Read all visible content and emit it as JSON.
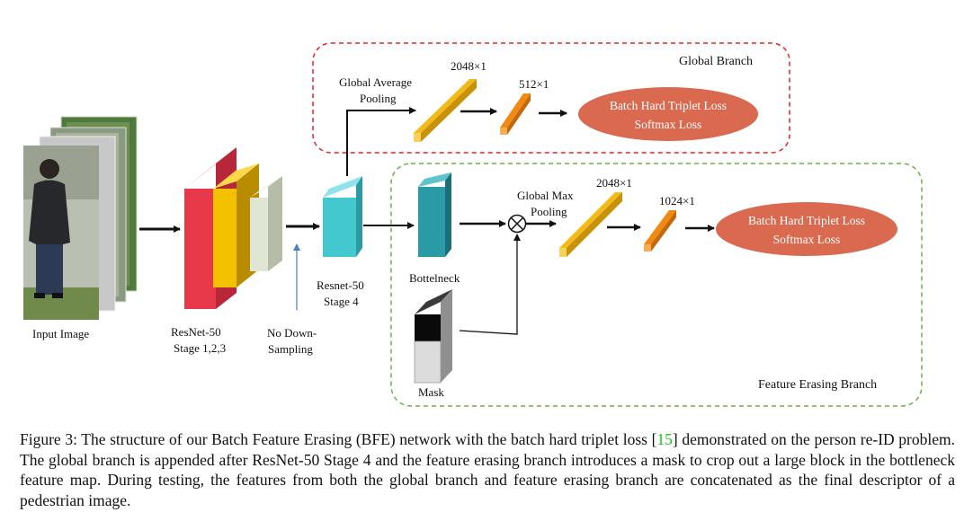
{
  "diagram": {
    "input_label": "Input Image",
    "stage123_label": [
      "ResNet-50",
      "Stage 1,2,3"
    ],
    "no_downsampling_label": [
      "No Down-",
      "Sampling"
    ],
    "stage4_label": [
      "Resnet-50",
      "Stage 4"
    ],
    "global_branch": {
      "title": "Global Branch",
      "pool_label": [
        "Global Average",
        "Pooling"
      ],
      "dim1": "2048×1",
      "dim2": "512×1",
      "loss1": "Batch Hard Triplet Loss",
      "loss2": "Softmax Loss"
    },
    "erasing_branch": {
      "title": "Feature Erasing Branch",
      "bottleneck_label": "Bottelneck",
      "mask_label": "Mask",
      "pool_label": [
        "Global Max",
        "Pooling"
      ],
      "dim1": "2048×1",
      "dim2": "1024×1",
      "loss1": "Batch Hard Triplet Loss",
      "loss2": "Softmax Loss"
    },
    "colors": {
      "global_border": "#e8202a",
      "erasing_border": "#6ab04c",
      "stage_red": "#e8394b",
      "stage_yellow": "#f2c200",
      "stage_grey": "#dfe6d3",
      "stage4_cyan": "#44c8d0",
      "bottleneck_teal": "#2a9aa6",
      "vector_yellow": "#f2bb1a",
      "vector_orange": "#f08a12",
      "loss_oval": "#d9694f"
    }
  },
  "caption": {
    "prefix": "Figure 3: The structure of our Batch Feature Erasing (BFE) network with the batch hard triplet loss [",
    "citation": "15",
    "suffix": "] demonstrated on the person re-ID problem. The global branch is appended after ResNet-50 Stage 4 and the feature erasing branch introduces a mask to crop out a large block in the bottleneck feature map. During testing, the features from both the global branch and feature erasing branch are concatenated as the final descriptor of a pedestrian image."
  }
}
